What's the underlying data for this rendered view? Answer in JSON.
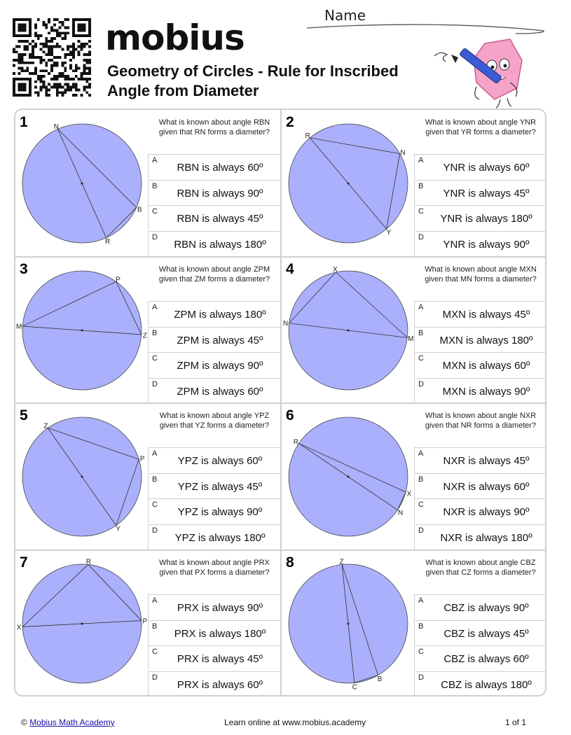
{
  "header": {
    "logo": "mobius",
    "title": "Geometry of Circles - Rule for Inscribed Angle from Diameter",
    "name_label": "Name"
  },
  "questions": [
    {
      "number": "1",
      "question": "What is known about angle RBN given that RN forms a diameter?",
      "options": [
        {
          "letter": "A",
          "text": "RBN is always 60º"
        },
        {
          "letter": "B",
          "text": "RBN is always 90º"
        },
        {
          "letter": "C",
          "text": "RBN is always 45º"
        },
        {
          "letter": "D",
          "text": "RBN is always 180º"
        }
      ],
      "points": [
        {
          "label": "N",
          "angle": 114
        },
        {
          "label": "B",
          "angle": 336
        },
        {
          "label": "R",
          "angle": 294
        }
      ]
    },
    {
      "number": "2",
      "question": "What is known about angle YNR given that YR forms a diameter?",
      "options": [
        {
          "letter": "A",
          "text": "YNR is always 60º"
        },
        {
          "letter": "B",
          "text": "YNR is always 45º"
        },
        {
          "letter": "C",
          "text": "YNR is always 180º"
        },
        {
          "letter": "D",
          "text": "YNR is always 90º"
        }
      ],
      "points": [
        {
          "label": "R",
          "angle": 130
        },
        {
          "label": "N",
          "angle": 30
        },
        {
          "label": "Y",
          "angle": 310
        }
      ]
    },
    {
      "number": "3",
      "question": "What is known about angle ZPM given that ZM forms a diameter?",
      "options": [
        {
          "letter": "A",
          "text": "ZPM is always 180º"
        },
        {
          "letter": "B",
          "text": "ZPM is always 45º"
        },
        {
          "letter": "C",
          "text": "ZPM is always 90º"
        },
        {
          "letter": "D",
          "text": "ZPM is always 60º"
        }
      ],
      "points": [
        {
          "label": "M",
          "angle": 176
        },
        {
          "label": "P",
          "angle": 55
        },
        {
          "label": "Z",
          "angle": 356
        }
      ]
    },
    {
      "number": "4",
      "question": "What is known about angle MXN given that MN forms a diameter?",
      "options": [
        {
          "letter": "A",
          "text": "MXN is always 45º"
        },
        {
          "letter": "B",
          "text": "MXN is always 180º"
        },
        {
          "letter": "C",
          "text": "MXN is always 60º"
        },
        {
          "letter": "D",
          "text": "MXN is always 90º"
        }
      ],
      "points": [
        {
          "label": "X",
          "angle": 102
        },
        {
          "label": "N",
          "angle": 173
        },
        {
          "label": "M",
          "angle": 353
        }
      ]
    },
    {
      "number": "5",
      "question": "What is known about angle YPZ given that YZ forms a diameter?",
      "options": [
        {
          "letter": "A",
          "text": "YPZ is always 60º"
        },
        {
          "letter": "B",
          "text": "YPZ is always 45º"
        },
        {
          "letter": "C",
          "text": "YPZ is always 90º"
        },
        {
          "letter": "D",
          "text": "YPZ is always 180º"
        }
      ],
      "points": [
        {
          "label": "Z",
          "angle": 125
        },
        {
          "label": "P",
          "angle": 17
        },
        {
          "label": "Y",
          "angle": 305
        }
      ]
    },
    {
      "number": "6",
      "question": "What is known about angle NXR given that NR forms a diameter?",
      "options": [
        {
          "letter": "A",
          "text": "NXR is always 45º"
        },
        {
          "letter": "B",
          "text": "NXR is always 60º"
        },
        {
          "letter": "C",
          "text": "NXR is always 90º"
        },
        {
          "letter": "D",
          "text": "NXR is always 180º"
        }
      ],
      "points": [
        {
          "label": "R",
          "angle": 146
        },
        {
          "label": "X",
          "angle": 345
        },
        {
          "label": "N",
          "angle": 326
        }
      ]
    },
    {
      "number": "7",
      "question": "What is known about angle PRX given that PX forms a diameter?",
      "options": [
        {
          "letter": "A",
          "text": "PRX is always 90º"
        },
        {
          "letter": "B",
          "text": "PRX is always 180º"
        },
        {
          "letter": "C",
          "text": "PRX is always 45º"
        },
        {
          "letter": "D",
          "text": "PRX is always 60º"
        }
      ],
      "points": [
        {
          "label": "R",
          "angle": 84
        },
        {
          "label": "X",
          "angle": 183
        },
        {
          "label": "P",
          "angle": 3
        }
      ]
    },
    {
      "number": "8",
      "question": "What is known about angle CBZ given that CZ forms a diameter?",
      "options": [
        {
          "letter": "A",
          "text": "CBZ is always 90º"
        },
        {
          "letter": "B",
          "text": "CBZ is always 45º"
        },
        {
          "letter": "C",
          "text": "CBZ is always 60º"
        },
        {
          "letter": "D",
          "text": "CBZ is always 180º"
        }
      ],
      "points": [
        {
          "label": "Z",
          "angle": 96
        },
        {
          "label": "B",
          "angle": 300
        },
        {
          "label": "C",
          "angle": 276
        }
      ]
    }
  ],
  "footer": {
    "copyright": "©",
    "link_text": "Mobius Math Academy",
    "learn_online": "Learn online at www.mobius.academy",
    "page": "1 of 1"
  },
  "colors": {
    "circle_fill": "#aab0fb",
    "circle_stroke": "#444444",
    "grid_border": "#cfcfcf",
    "logo_accent": "#2aa5e0",
    "mascot_pink": "#f6a3c8"
  }
}
